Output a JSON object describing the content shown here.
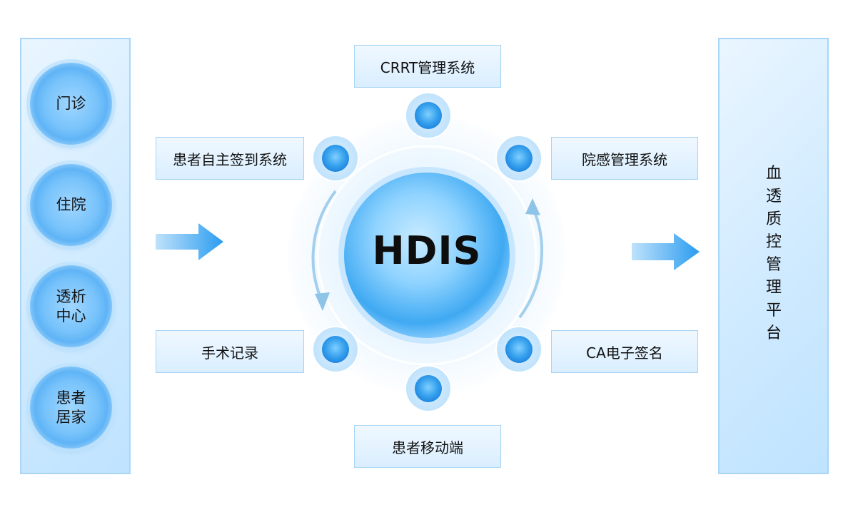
{
  "sources": [
    {
      "label": "门诊"
    },
    {
      "label": "住院"
    },
    {
      "label": "透析中心"
    },
    {
      "label": "患者居家"
    }
  ],
  "hub": {
    "label": "HDIS"
  },
  "systems": {
    "crrt": "CRRT管理系统",
    "self_checkin": "患者自主签到系统",
    "infection": "院感管理系统",
    "surgery": "手术记录",
    "ca_sign": "CA电子签名",
    "mobile": "患者移动端"
  },
  "target": {
    "label": "血透质控管理平台"
  },
  "colors": {
    "accent": "#2b9cf0",
    "panel": "#cfeaff",
    "border": "#a9d6f7"
  }
}
